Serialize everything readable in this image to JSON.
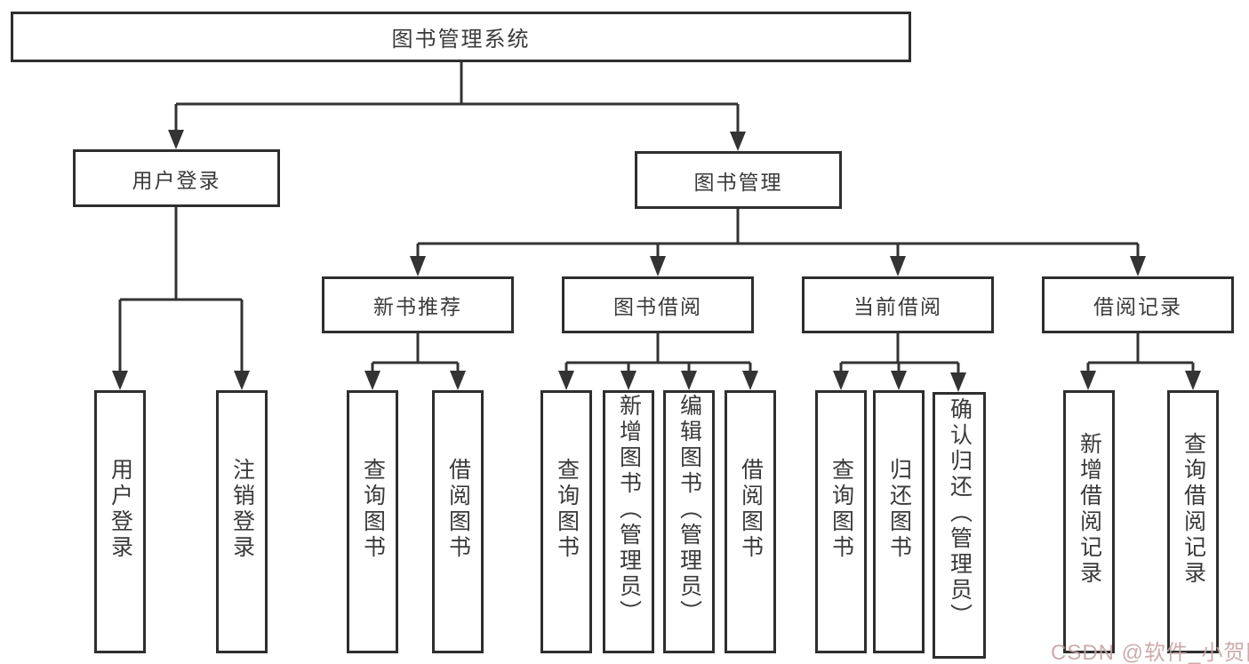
{
  "diagram": {
    "title": "图书管理系统",
    "nodes": {
      "root": "图书管理系统",
      "user_login": "用户登录",
      "book_mgmt": "图书管理",
      "user_login_children": [
        "用户登录",
        "注销登录"
      ],
      "level2": [
        "新书推荐",
        "图书借阅",
        "当前借阅",
        "借阅记录"
      ],
      "new_book_children": [
        "查询图书",
        "借阅图书"
      ],
      "book_borrow_children": [
        "查询图书",
        "新增图书（管理员）",
        "编辑图书（管理员）",
        "借阅图书"
      ],
      "current_borrow_children": [
        "查询图书",
        "归还图书",
        "确认归还（管理员）"
      ],
      "borrow_record_children": [
        "新增借阅记录",
        "查询借阅记录"
      ]
    },
    "colors": {
      "line": "#333333",
      "box_border": "#2e2e2e",
      "text": "#3a3a3a",
      "background": "#ffffff"
    }
  },
  "watermark": {
    "text": "CSDN @软件_小贺同学",
    "color": "#c7a3a3"
  }
}
